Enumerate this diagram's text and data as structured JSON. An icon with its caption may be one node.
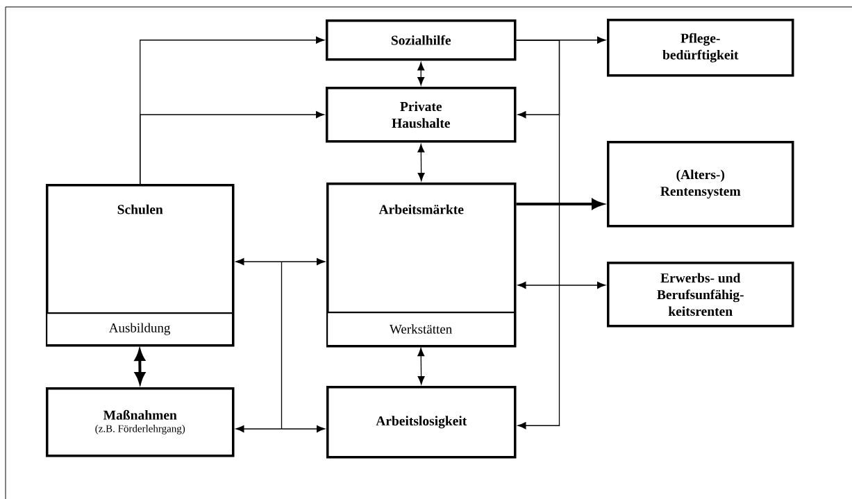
{
  "diagram": {
    "nodes": [
      {
        "text": [
          "Sozialhilfe"
        ]
      },
      {
        "text": [
          "Pflege- bedürftigkeit"
        ]
      },
      {
        "text": [
          "Private Haushalte"
        ]
      },
      {
        "text": [
          "Schulen"
        ]
      },
      {
        "text": [
          "Ausbildung"
        ],
        "in": 3
      },
      {
        "text": [
          "Arbeitsmärkte"
        ]
      },
      {
        "text": [
          "Werkstätten"
        ],
        "in": 5
      },
      {
        "text": [
          "(Alters-) Rentensystem"
        ]
      },
      {
        "text": [
          "Erwerbs- und Berufsunfähig- keitsrenten"
        ]
      },
      {
        "text": [
          "Maßnahmen",
          "(z.B. Förderlehrgang)"
        ]
      },
      {
        "text": [
          "Arbeitslosigkeit"
        ]
      }
    ],
    "edges": [
      {
        "from": 3,
        "to": 0,
        "arrow": "to"
      },
      {
        "from": 3,
        "to": 2,
        "arrow": "to"
      },
      {
        "from": 0,
        "to": 2,
        "arrow": "both"
      },
      {
        "from": 2,
        "to": 5,
        "arrow": "both"
      },
      {
        "from": 0,
        "to": 1,
        "arrow": "to"
      },
      {
        "from": 0,
        "to": 2,
        "arrow": "to"
      },
      {
        "from": 0,
        "to": 10,
        "arrow": "to"
      },
      {
        "from": 5,
        "to": 7,
        "arrow": "to",
        "style": "thick"
      },
      {
        "from": 5,
        "to": 8,
        "arrow": "both"
      },
      {
        "from": 3,
        "to": 5,
        "arrow": "both"
      },
      {
        "from": 9,
        "to": 10,
        "arrow": "both"
      },
      {
        "from": 3,
        "to": 10,
        "arrow": "both"
      },
      {
        "from": 9,
        "to": 5,
        "arrow": "both"
      },
      {
        "from": 4,
        "to": 9,
        "arrow": "both",
        "style": "thick"
      },
      {
        "from": 6,
        "to": 10,
        "arrow": "both"
      }
    ]
  }
}
